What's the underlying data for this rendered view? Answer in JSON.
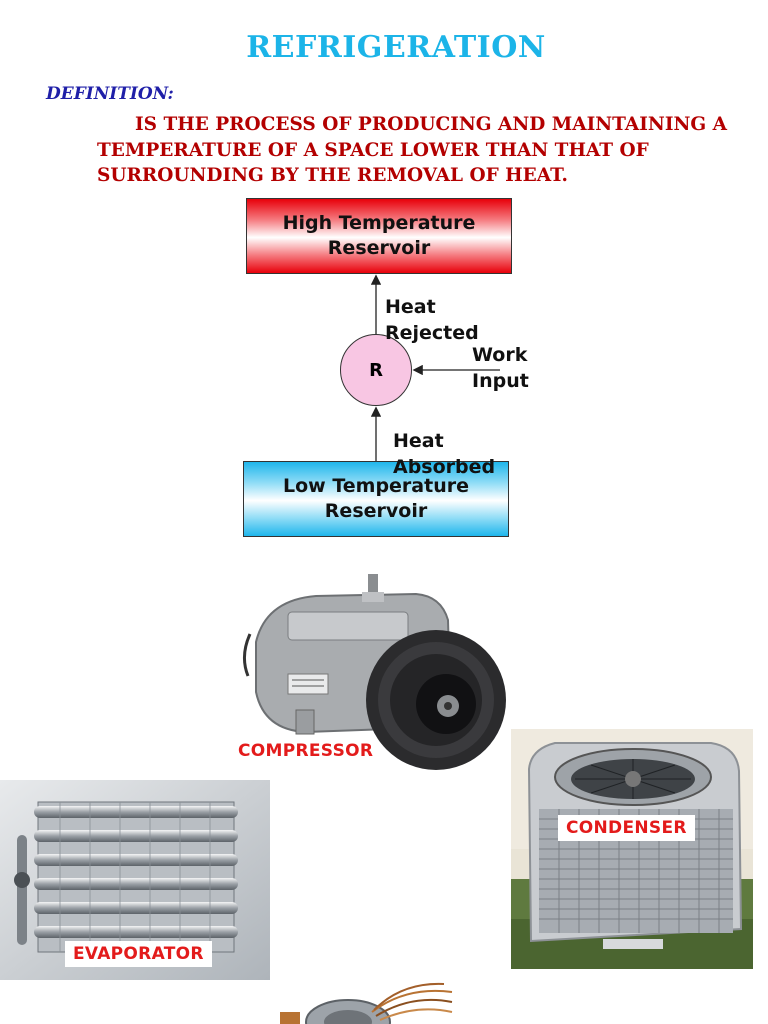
{
  "title": "REFRIGERATION",
  "definition_label": "DEFINITION:",
  "definition_text": "IS THE PROCESS OF PRODUCING AND MAINTAINING A TEMPERATURE OF A SPACE LOWER THAN THAT OF SURROUNDING BY THE REMOVAL OF HEAT.",
  "diagram": {
    "high_reservoir": "High Temperature Reservoir",
    "low_reservoir": "Low Temperature Reservoir",
    "refrigerator": "R",
    "heat_rejected": "Heat Rejected",
    "heat_absorbed": "Heat Absorbed",
    "work_input": "Work Input"
  },
  "components": {
    "compressor": "COMPRESSOR",
    "condenser": "CONDENSER",
    "evaporator": "EVAPORATOR"
  },
  "colors": {
    "title": "#1cb4e8",
    "definition_label": "#1f1fa8",
    "definition_text": "#b30000",
    "component_label": "#e31b1b"
  }
}
